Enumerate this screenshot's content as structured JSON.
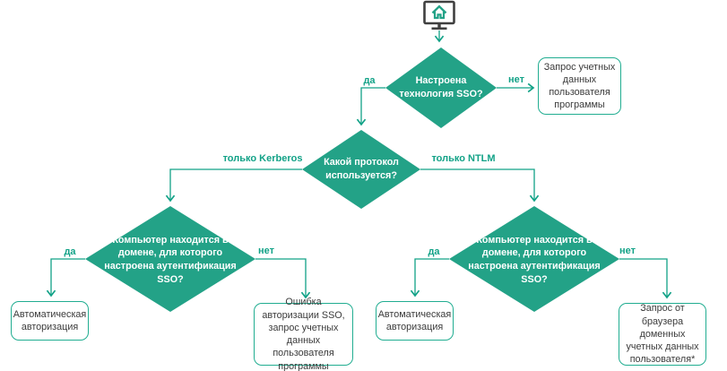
{
  "diagram": {
    "title_hint": "SSO authorization flowchart",
    "icons": {
      "computer": "computer-monitor-with-home-icon"
    },
    "nodes": {
      "sso_configured": "Настроена технология SSO?",
      "which_protocol": "Какой протокол используется?",
      "domain_left": "Компьютер находится в домене, для которого настроена аутентификация SSO?",
      "domain_right": "Компьютер находится в домене, для которого настроена аутентификация SSO?",
      "request_credentials": "Запрос учетных данных пользователя программы",
      "auto_auth_left": "Автоматическая авторизация",
      "sso_error": "Ошибка авторизации SSO, запрос учетных данных пользователя программы",
      "auto_auth_right": "Автоматическая авторизация",
      "browser_request": "Запрос от браузера доменных учетных данных пользователя*"
    },
    "edge_labels": {
      "yes_top": "да",
      "no_top": "нет",
      "kerberos": "только Kerberos",
      "ntlm": "только NTLM",
      "yes_left": "да",
      "no_left": "нет",
      "yes_right": "да",
      "no_right": "нет"
    },
    "colors": {
      "diamond_fill": "#23a287",
      "line_teal": "#12a287",
      "box_border": "#21ad91",
      "box_text": "#3b3b3b",
      "diamond_text": "#ffffff",
      "monitor_frame": "#3f3f3f",
      "background": "#ffffff"
    }
  }
}
